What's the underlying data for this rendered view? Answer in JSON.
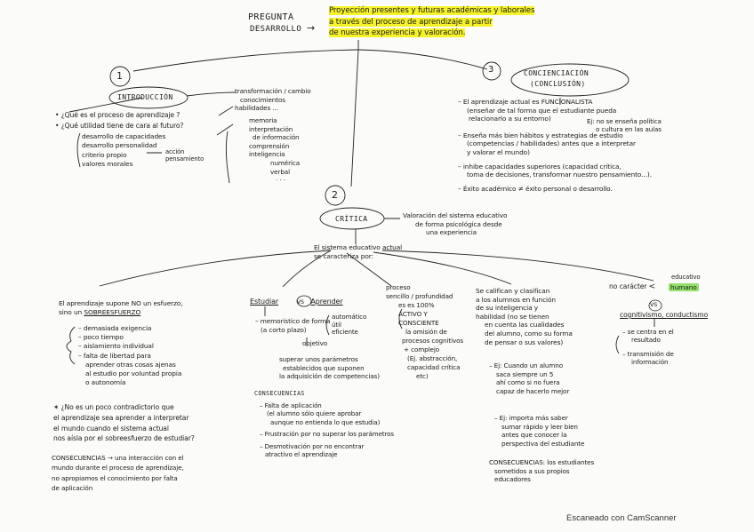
{
  "header": {
    "title_1": "PREGUNTA",
    "title_2": "DESARROLLO",
    "arrow": "→",
    "question_lines": [
      "Proyección presentes y futuras académicas y laborales",
      "a través del proceso de aprendizaje a partir",
      "de nuestra experiencia y valoración."
    ]
  },
  "section1": {
    "number": "1",
    "title": "INTRODUCCIÓN",
    "questions": [
      "• ¿Qué es el proceso de aprendizaje ?",
      "• ¿Qué utilidad tiene de cara al futuro?"
    ],
    "q2_items": [
      "desarrollo de capacidades",
      "desarrollo personalidad",
      "criterio propio",
      "valores morales"
    ],
    "criterio_note_1": "acción",
    "criterio_note_2": "pensamiento",
    "right_lines": [
      "transformación / cambio",
      "conocimientos",
      "habilidades ..."
    ],
    "habilidades_list": [
      "memoria",
      "interpretación",
      "de información",
      "comprensión",
      "inteligencia",
      "numérica",
      "verbal",
      "· · ·"
    ]
  },
  "section3": {
    "number": "3",
    "title_1": "CONCIENCIACIÓN",
    "title_2": "(CONCLUSIÓN)",
    "bullets": [
      [
        "– El aprendizaje actual es FUNCIONALISTA",
        "(enseñar de tal forma que el estudiante pueda",
        "relacionarlo a su entorno)"
      ],
      [
        "– Enseña más bien hábitos y estrategias de estudio",
        "(competencias / habilidades) antes que a interpretar",
        "y valorar el mundo)"
      ],
      [
        "– inhibe capacidades superiores (capacidad crítica,",
        "toma de decisiones, transformar nuestro pensamiento...)."
      ],
      [
        "– Éxito académico ≠ éxito personal o desarrollo."
      ]
    ],
    "side_note": [
      "Ej: no se enseña política",
      "o cultura en las aulas"
    ]
  },
  "section2": {
    "number": "2",
    "title": "CRÍTICA",
    "note_lines": [
      "Valoración del sistema educativo",
      "de forma psicológica desde",
      "una experiencia"
    ],
    "system_lines": [
      "El sistema educativo actual",
      "se caracteriza por:"
    ]
  },
  "col1": {
    "lead_1": "El aprendizaje supone NO un esfuerzo,",
    "lead_2a": "sino un",
    "lead_2b": "SOBREESFUERZO",
    "items": [
      "– demasiada exigencia",
      "– poco tiempo",
      "– aislamiento individual",
      "– falta de libertad para",
      "aprender otras cosas ajenas",
      "al estudio por voluntad propia",
      "o autonomía"
    ],
    "question": [
      "✶ ¿No es un poco contradictorio que",
      "el aprendizaje sea aprender a interpretar",
      "el mundo cuando el sistema actual",
      "nos aísla por el sobreesfuerzo de estudiar?"
    ],
    "consequences": [
      "CONSECUENCIAS → una interacción con el",
      "mundo durante el proceso de aprendizaje,",
      "no apropiamos el conocimiento por falta",
      "de aplicación"
    ]
  },
  "col2": {
    "a": "Estudiar",
    "vs": "VS",
    "b": "Aprender",
    "left_lines": [
      "– memorístico de forma",
      "(a corto plazo)"
    ],
    "brace_items": [
      "automático",
      "útil",
      "eficiente"
    ],
    "objective": "objetivo",
    "goal_lines": [
      "superar unos parámetros",
      "establecidos que suponen",
      "la adquisición de competencias)"
    ],
    "cons_title": "CONSECUENCIAS",
    "cons": [
      "– Falta de aplicación",
      "(el alumno sólo quiere aprobar",
      "aunque no entienda lo que estudia)",
      "– Frustración por no superar los parámetros",
      "– Desmotivación por no encontrar",
      "atractivo el aprendizaje"
    ]
  },
  "col3": {
    "lines": [
      "proceso",
      "sencillo / profundidad",
      "es es 100%",
      "ACTIVO Y",
      "CONSCIENTE",
      "la omisión de",
      "procesos cognitivos",
      "+ complejo",
      "(Ej. abstracción,",
      "capacidad crítica",
      "etc)"
    ]
  },
  "col4": {
    "lines": [
      "Se califican y clasifican",
      "a los alumnos en función",
      "de su inteligencia y",
      "habilidad (no se tienen",
      "en cuenta las cualidades",
      "del alumno, como su forma",
      "de pensar o sus valores)"
    ],
    "ex1": [
      "– Ej: Cuando un alumno",
      "saca siempre un 5",
      "ahí como si no fuera",
      "capaz de hacerlo mejor"
    ],
    "ex2": [
      "– Ej: importa más saber",
      "sumar rápido y leer bien",
      "antes que conocer la",
      "perspectiva del estudiante"
    ],
    "cons": [
      "CONSECUENCIAS: los estudiantes",
      "sometidos a sus propios",
      "educadores"
    ]
  },
  "col5": {
    "pre": "no carácter",
    "tag_1": "educativo",
    "tag_2": "humano",
    "vs": "VS",
    "title": "cognitivismo, conductismo",
    "items": [
      "– se centra en el",
      "resultado",
      "– transmisión de",
      "información"
    ]
  },
  "footer": {
    "scanner": "Escaneado con CamScanner"
  }
}
